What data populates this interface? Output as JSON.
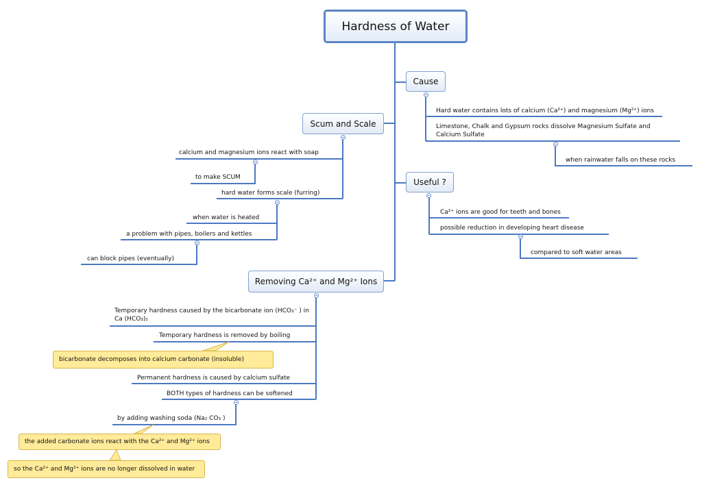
{
  "central": "Hardness of Water",
  "cause": {
    "title": "Cause",
    "items": [
      "Hard water contains lots of calcium (Ca²⁺) and magnesium (Mg²⁺) ions",
      "Limestone, Chalk and Gypsum rocks dissolve Magnesium Sulfate and Calcium Sulfate"
    ],
    "sub": "when rainwater falls on these rocks"
  },
  "useful": {
    "title": "Useful ?",
    "items": [
      "Ca²⁺ ions are good for teeth and bones",
      "possible reduction in developing heart disease"
    ],
    "sub": "compared to soft water areas"
  },
  "scum": {
    "title": "Scum and Scale",
    "items": [
      "calcium and magnesium ions react with soap",
      "to make SCUM",
      "hard water forms scale (furring)",
      "when water is heated",
      "a problem with pipes, boilers and kettles",
      "can block pipes (eventually)"
    ]
  },
  "removing": {
    "title": "Removing Ca²⁺ and Mg²⁺  Ions",
    "items": [
      "Temporary hardness caused by the bicarbonate  ion (HCO₃⁻ ) in Ca (HCO₃)₂",
      "Temporary hardness is removed by boiling",
      "Permanent hardness is caused by calcium sulfate",
      "BOTH types of hardness can be softened",
      "by adding washing soda (Na₂ CO₃ )"
    ],
    "callouts": [
      "bicarbonate decomposes into calcium carbonate  (insoluble)",
      "the added carbonate ions react with the Ca²⁺  and Mg²⁺   ions",
      "so the Ca²⁺ and Mg²⁺  ions are no longer dissolved in water"
    ]
  },
  "colors": {
    "line": "#4a78c2",
    "box_border": "#7fa0cf",
    "callout": "#ffeb99"
  }
}
